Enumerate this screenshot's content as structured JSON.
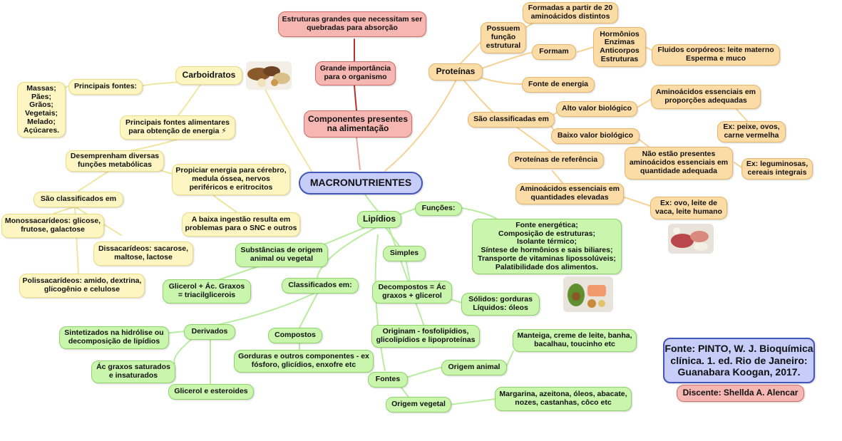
{
  "center": "MACRONUTRIENTES",
  "componentes": "Componentes presentes\nna alimentação",
  "importancia": "Grande importância\npara o organismo",
  "estruturas": "Estruturas grandes que necessitam ser\nquebradas para absorção",
  "carboidratos": {
    "title": "Carboidratos",
    "principais_fontes": "Principais fontes:",
    "fontes_lista": "Massas;\nPães;\nGrãos;\nVegetais;\nMelado;\nAçúcares.",
    "fontes_alimentares": "Principais fontes alimentares\npara obtenção de energia ⚡",
    "funcoes": "Desemprenham diversas\nfunções metabólicas",
    "energia": "Propiciar energia para cérebro,\nmedula óssea, nervos\nperiféricos e eritrocitos",
    "baixa": "A baixa ingestão resulta em\nproblemas para o SNC e outros",
    "classificados": "São classificados em",
    "mono": "Monossacarídeos: glicose,\nfrutose, galactose",
    "dissa": "Dissacarídeos: sacarose,\nmaltose, lactose",
    "poli": "Polissacarídeos: amido, dextrina,\nglicogênio e celulose"
  },
  "proteinas": {
    "title": "Proteínas",
    "estrutural": "Possuem\nfunção\nestrutural",
    "formadas": "Formadas a partir de 20\naminoácidos distintos",
    "formam": "Formam",
    "hormonios": "Hormônios\nEnzimas\nAnticorpos\nEstruturas",
    "fluidos": "Fluidos corpóreos: leite materno\nEsperma e muco",
    "energia": "Fonte de energia",
    "classificadas": "São classificadas em",
    "alto": "Alto valor biológico",
    "aa_essenciais": "Aminoácidos essenciais em\nproporções adequadas",
    "ex_peixe": "Ex: peixe, ovos,\ncarne vermelha",
    "baixo": "Baixo valor biológico",
    "nao_presentes": "Não estão presentes\naminoácidos essenciais em\nquantidade adequada",
    "ex_leguminosas": "Ex: leguminosas,\ncereais integrais",
    "referencia": "Proteínas de referência",
    "aa_elevadas": "Aminoácidos essenciais em\nquantidades elevadas",
    "ex_ovo": "Ex: ovo, leite de\nvaca, leite humano"
  },
  "lipidios": {
    "title": "Lipídios",
    "funcoes": "Funções:",
    "funcoes_lista": "Fonte energética;\nComposição de estruturas;\nIsolante térmico;\nSíntese de hormônios e sais biliares;\nTransporte de vitaminas lipossolúveis;\nPalatibilidade dos alimentos.",
    "origem": "Substâncias de origem\nanimal ou vegetal",
    "glicerol": "Glicerol + Ác. Graxos\n= triacilglicerois",
    "classificados": "Classificados em:",
    "simples": "Simples",
    "decompostos": "Decompostos = Ác\ngraxos + glicerol",
    "solidos": "Sólidos: gorduras\nLíquidos: óleos",
    "derivados": "Derivados",
    "sintetizados": "Sintetizados na hidrólise ou\ndecomposição de lipídios",
    "ac_graxos": "Ác graxos saturados\ne insaturados",
    "glicerol_esteroides": "Glicerol e esteroides",
    "compostos": "Compostos",
    "gorduras": "Gorduras e outros componentes - ex\nfósforo, glicídios, enxofre etc",
    "originam": "Originam - fosfolipídios,\nglicolipídios e lipoproteínas",
    "fontes": "Fontes",
    "origem_animal": "Origem animal",
    "manteiga": "Manteiga, creme de leite, banha,\nbacalhau, toucinho etc",
    "origem_vegetal": "Origem vegetal",
    "margarina": "Margarina, azeitona, óleos, abacate,\nnozes, castanhas, côco etc"
  },
  "fonte_ref": "Fonte: PINTO, W. J. Bioquímica\nclínica. 1. ed. Rio de Janeiro:\nGuanabara Koogan, 2017.",
  "discente": "Discente: Shellda A. Alencar",
  "colors": {
    "yellow": "#fdf6c3",
    "orange": "#fcdca6",
    "green": "#c9f5ad",
    "red": "#f6b7b2",
    "blue": "#c5cdf8"
  }
}
